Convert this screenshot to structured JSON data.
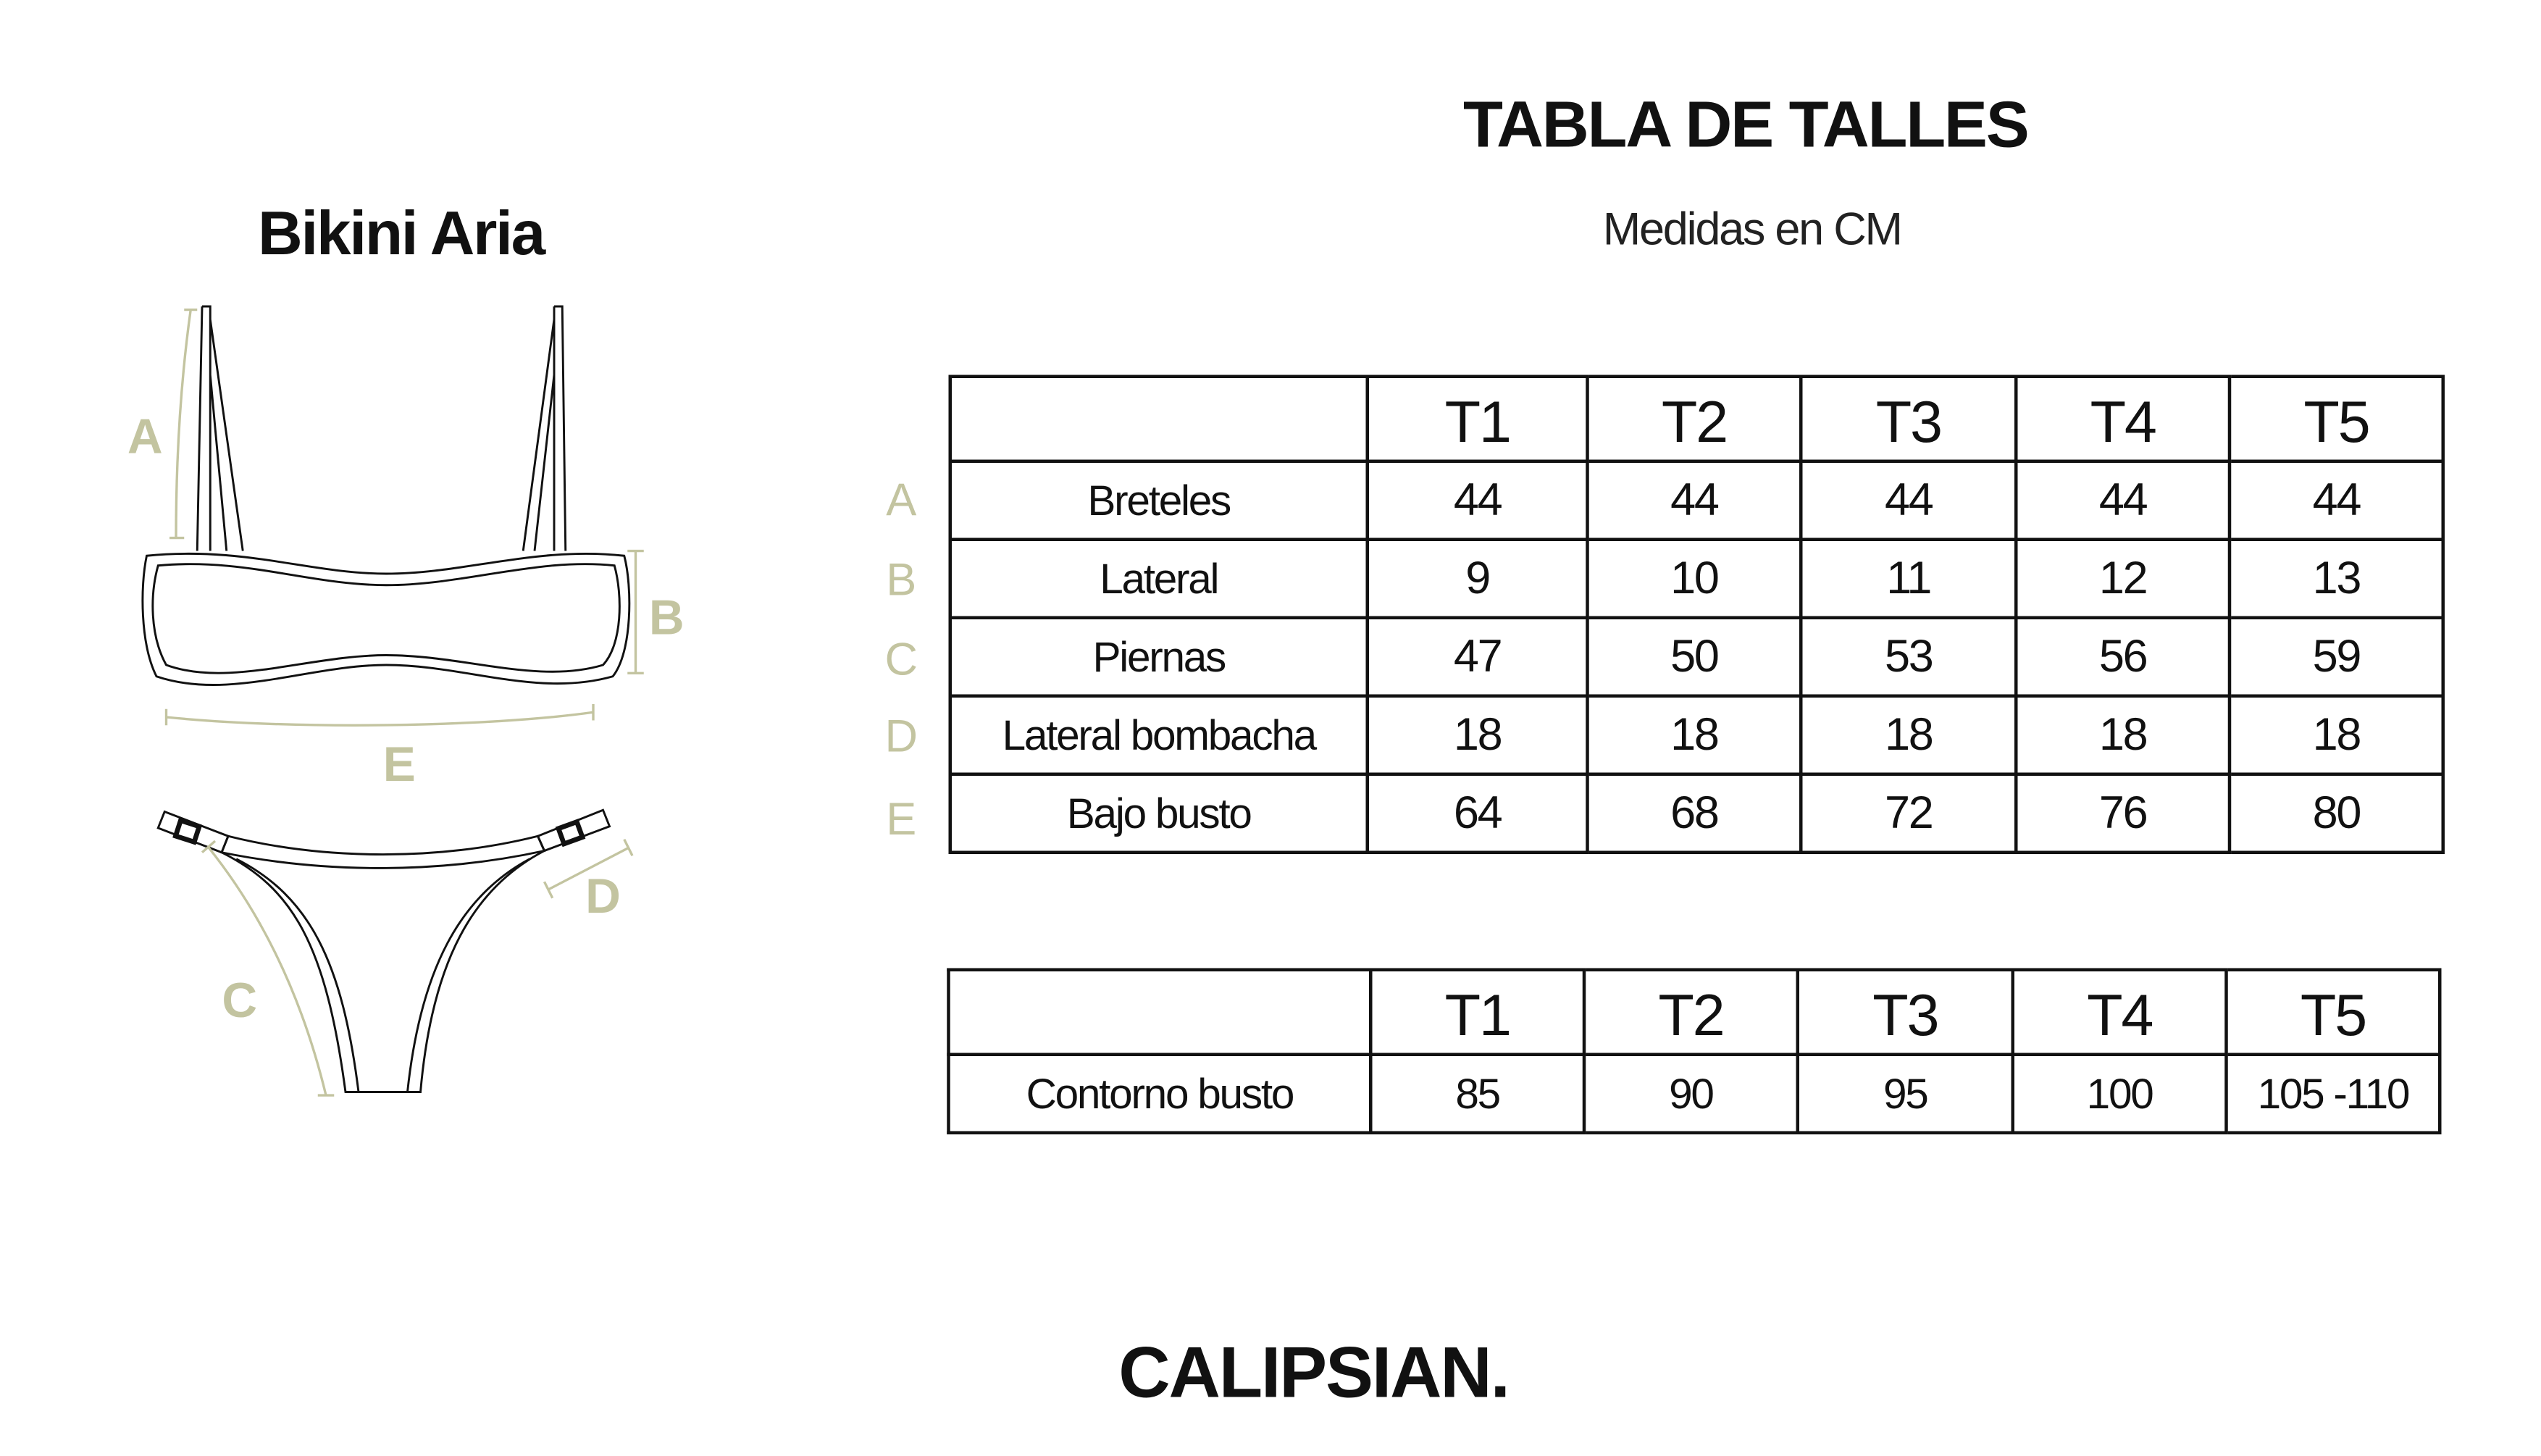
{
  "header": {
    "title": "TABLA DE TALLES",
    "subtitle": "Medidas en CM"
  },
  "product": {
    "name": "Bikini Aria"
  },
  "diagram_labels": [
    "A",
    "B",
    "C",
    "D",
    "E"
  ],
  "colors": {
    "accent": "#c3c4a0",
    "line": "#111111"
  },
  "size_table": {
    "sizes": [
      "T1",
      "T2",
      "T3",
      "T4",
      "T5"
    ],
    "rows": [
      {
        "letter": "A",
        "label": "Breteles",
        "values": [
          "44",
          "44",
          "44",
          "44",
          "44"
        ]
      },
      {
        "letter": "B",
        "label": "Lateral",
        "values": [
          "9",
          "10",
          "11",
          "12",
          "13"
        ]
      },
      {
        "letter": "C",
        "label": "Piernas",
        "values": [
          "47",
          "50",
          "53",
          "56",
          "59"
        ]
      },
      {
        "letter": "D",
        "label": "Lateral bombacha",
        "values": [
          "18",
          "18",
          "18",
          "18",
          "18"
        ]
      },
      {
        "letter": "E",
        "label": "Bajo busto",
        "values": [
          "64",
          "68",
          "72",
          "76",
          "80"
        ]
      }
    ]
  },
  "bust_table": {
    "sizes": [
      "T1",
      "T2",
      "T3",
      "T4",
      "T5"
    ],
    "label": "Contorno busto",
    "values": [
      "85",
      "90",
      "95",
      "100",
      "105 -110"
    ]
  },
  "brand": {
    "logo": "CALIPSIAN."
  }
}
